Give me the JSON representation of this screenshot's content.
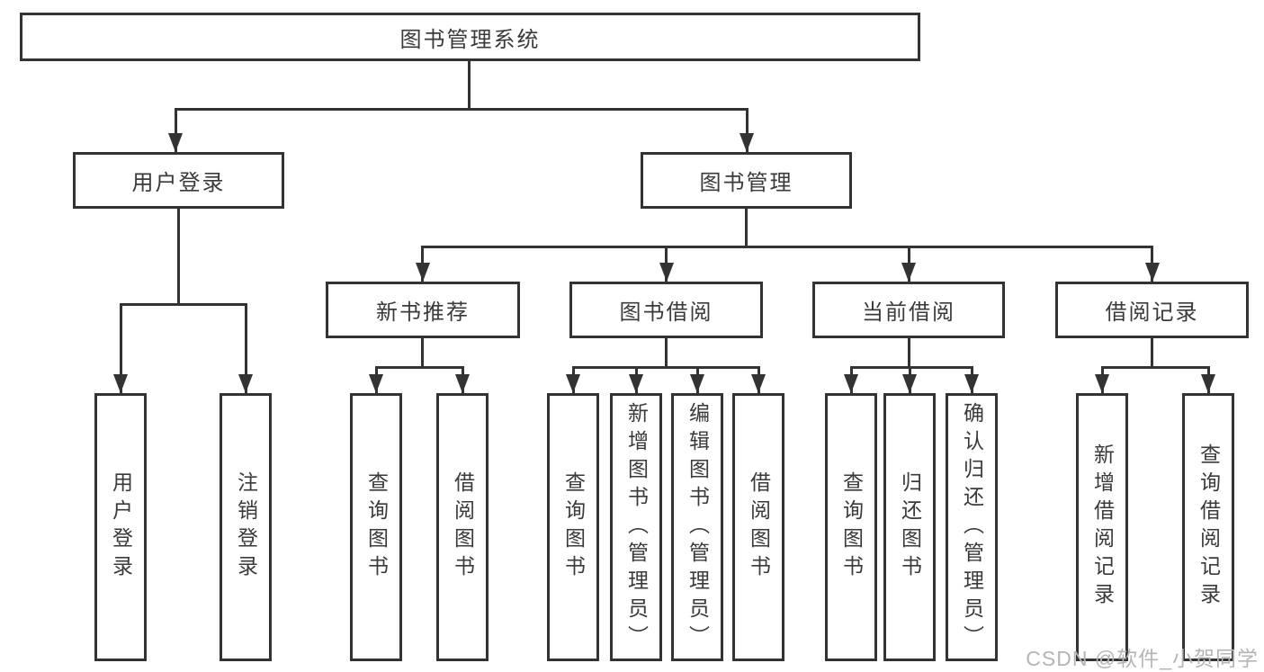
{
  "diagram": {
    "root": {
      "label": "图书管理系统"
    },
    "level2": [
      {
        "label": "用户登录"
      },
      {
        "label": "图书管理"
      }
    ],
    "level3": [
      {
        "label": "新书推荐"
      },
      {
        "label": "图书借阅"
      },
      {
        "label": "当前借阅"
      },
      {
        "label": "借阅记录"
      }
    ],
    "leaves": {
      "user_login": [
        "用户登录",
        "注销登录"
      ],
      "new_book": [
        "查询图书",
        "借阅图书"
      ],
      "book_borrow": [
        "查询图书",
        "新增图书（管理员）",
        "编辑图书（管理员）",
        "借阅图书"
      ],
      "current_borrow": [
        "查询图书",
        "归还图书",
        "确认归还（管理员）"
      ],
      "borrow_record": [
        "新增借阅记录",
        "查询借阅记录"
      ]
    }
  },
  "watermark": {
    "text": "CSDN @软件_小贺同学"
  },
  "colors": {
    "line": "#333333",
    "node_text": "#3a3a3a",
    "watermark": "#b5b5b5",
    "background": "#ffffff"
  }
}
